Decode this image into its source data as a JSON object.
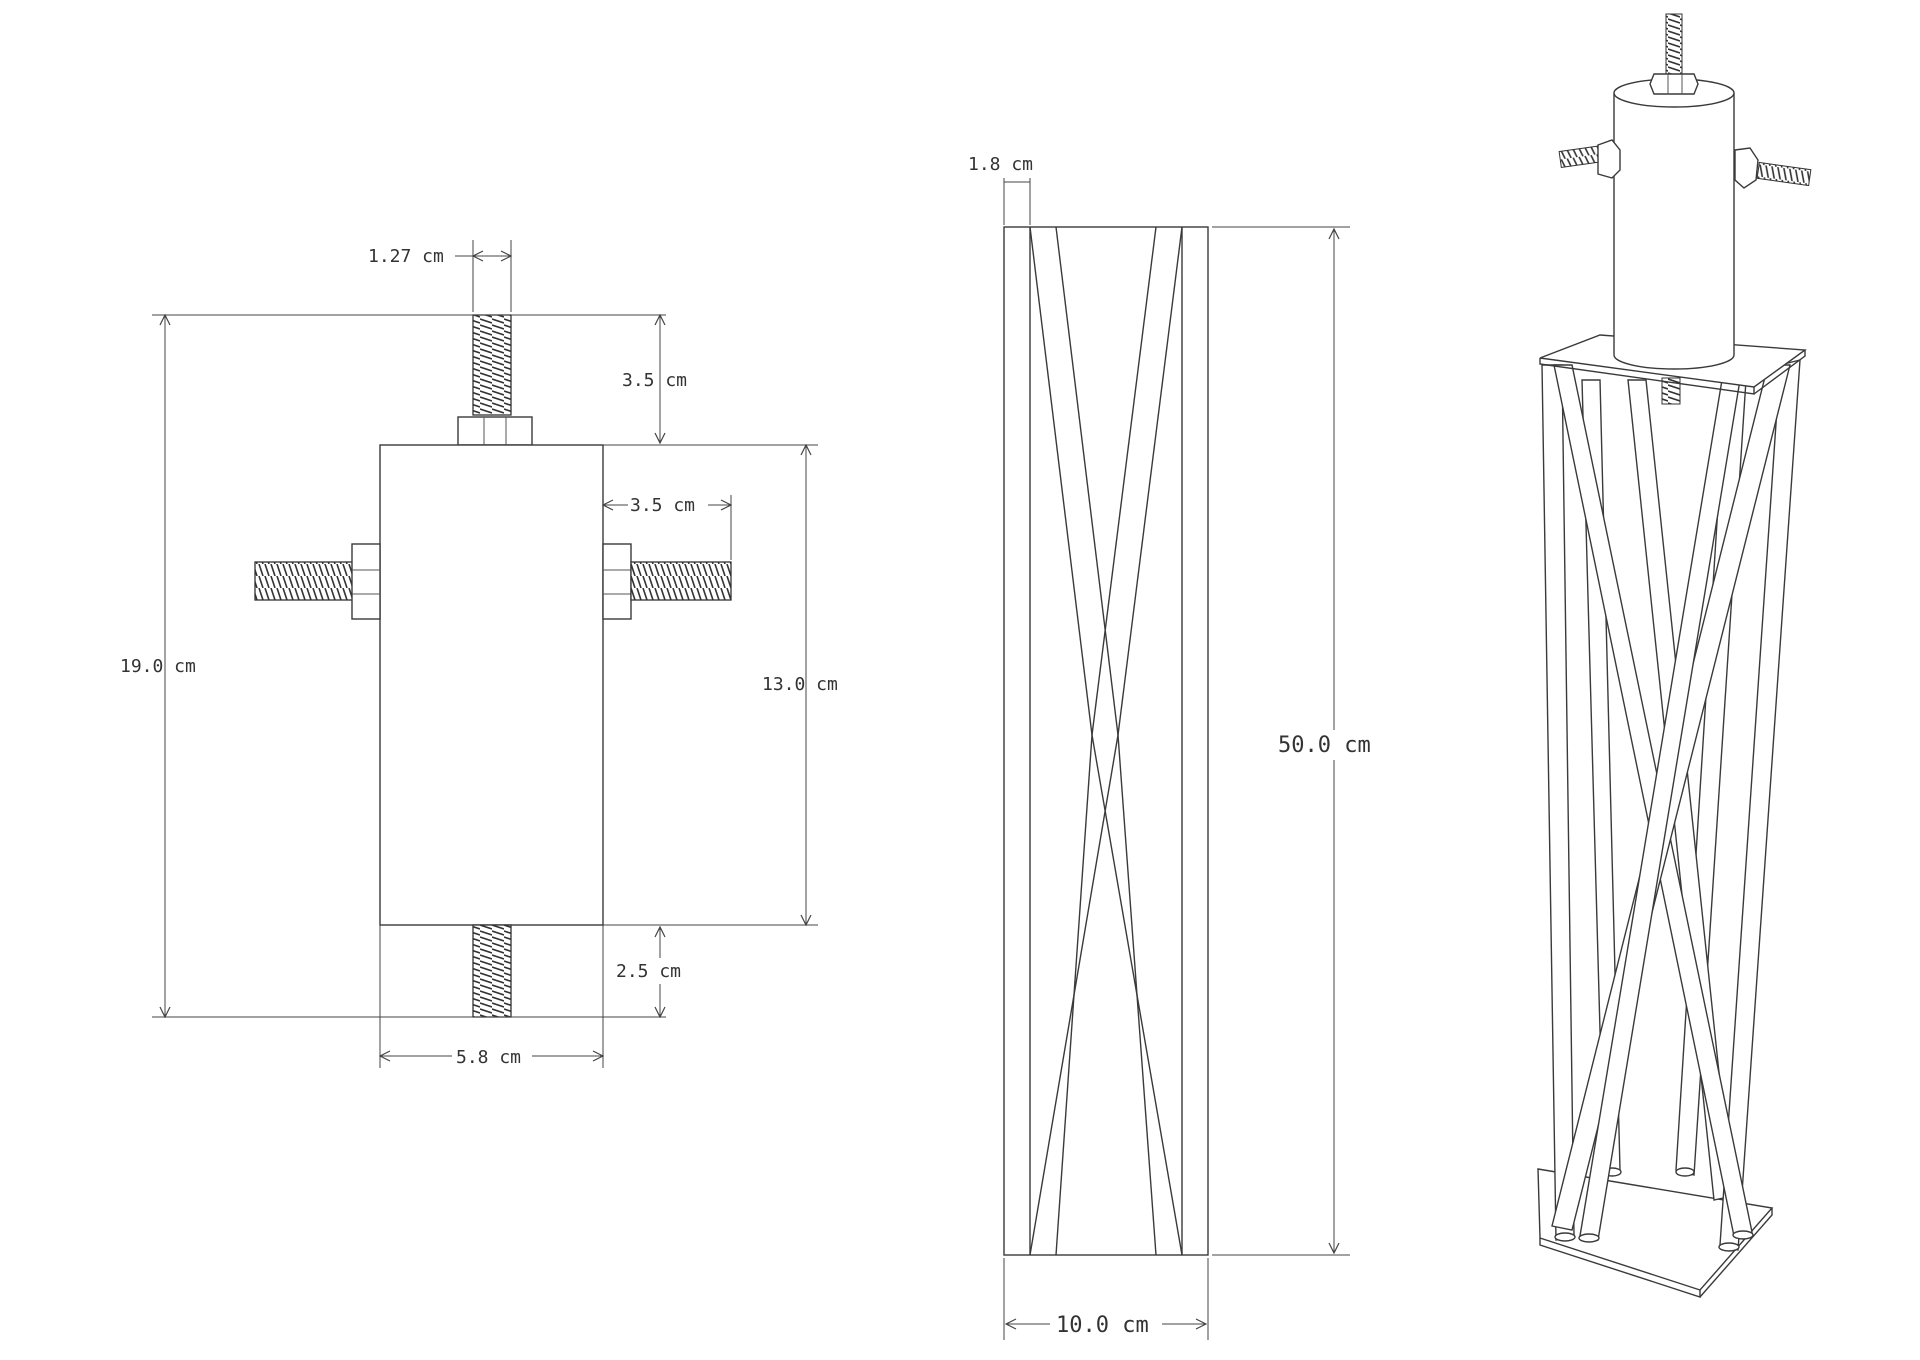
{
  "dimensions": {
    "bolt_diameter": "1.27 cm",
    "total_height": "19.0 cm",
    "top_bolt_length": "3.5 cm",
    "side_bolt_length": "3.5 cm",
    "body_height": "13.0 cm",
    "bottom_bolt_length": "2.5 cm",
    "body_width": "5.8 cm",
    "leg_width": "1.8 cm",
    "stand_height": "50.0 cm",
    "stand_width": "10.0 cm"
  }
}
